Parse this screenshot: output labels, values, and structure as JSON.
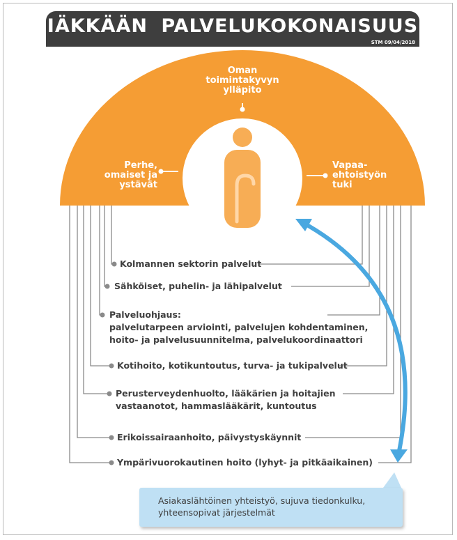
{
  "header": {
    "title": "IÄKKÄÄN PALVELUKOKONAISUUS",
    "code": "STM 09/04/2018"
  },
  "ring": {
    "top": [
      "Oman",
      "toimintakyvyn",
      "ylläpito"
    ],
    "left": [
      "Perhe,",
      "omaiset ja",
      "ystävät"
    ],
    "right": [
      "Vapaa-",
      "ehtoistyön",
      "tuki"
    ]
  },
  "services": [
    {
      "lines": [
        "Kolmannen sektorin palvelut"
      ]
    },
    {
      "lines": [
        "Sähköiset, puhelin- ja lähipalvelut"
      ]
    },
    {
      "lines": [
        "Palveluohjaus:",
        "palvelutarpeen arviointi, palvelujen kohdentaminen,",
        "hoito- ja palvelusuunnitelma, palvelukoordinaattori"
      ]
    },
    {
      "lines": [
        "Kotihoito, kotikuntoutus, turva- ja tukipalvelut"
      ]
    },
    {
      "lines": [
        "Perusterveydenhuolto, lääkärien ja hoitajien",
        "vastaanotot, hammaslääkärit, kuntoutus"
      ]
    },
    {
      "lines": [
        "Erikoissairaanhoito, päivystyskäynnit"
      ]
    },
    {
      "lines": [
        "Ympärivuorokautinen hoito (lyhyt- ja pitkäaikainen)"
      ]
    }
  ],
  "callout": {
    "line1": "Asiakaslähtöinen yhteistyö, sujuva tiedonkulku,",
    "line2": "yhteensopivat järjestelmät"
  },
  "colors": {
    "orange": "#f59d34",
    "person": "#f7ad55",
    "header_bg": "#3e3e3e",
    "arrow": "#4aa8e0",
    "callout_bg": "#bfe0f4",
    "lines": "#8a8a8a"
  }
}
